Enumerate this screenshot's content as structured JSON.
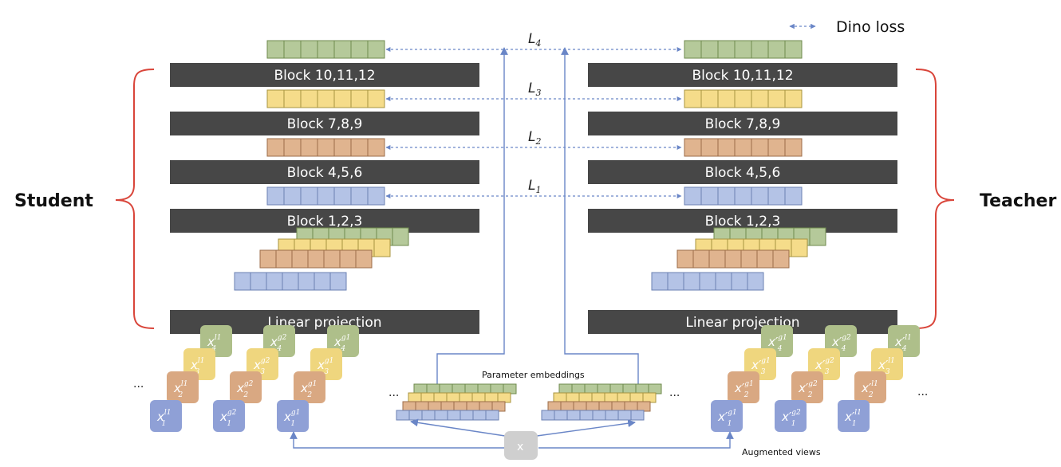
{
  "legend": {
    "label": "Dino loss"
  },
  "student": {
    "label": "Student"
  },
  "teacher": {
    "label": "Teacher"
  },
  "blocks": [
    "Block 10,11,12",
    "Block 7,8,9",
    "Block 4,5,6",
    "Block 1,2,3"
  ],
  "projection_label": "Linear projection",
  "losses": [
    {
      "main": "L",
      "sub": "4"
    },
    {
      "main": "L",
      "sub": "3"
    },
    {
      "main": "L",
      "sub": "2"
    },
    {
      "main": "L",
      "sub": "1"
    }
  ],
  "token_colors": [
    "#b5c99a",
    "#f5dc8a",
    "#e0b48f",
    "#b4c3e6"
  ],
  "token_border_colors": [
    "#6f8a4e",
    "#a89440",
    "#9c6d48",
    "#6b80b3"
  ],
  "parameter_embeddings_label": "Parameter embeddings",
  "augmented_views_label": "Augmented views",
  "input_label": "x",
  "ellipsis": "...",
  "student_views": [
    {
      "base": "x",
      "sup": "l",
      "supsub": "1",
      "sub": "1",
      "color": "#8fa0d6"
    },
    {
      "base": "x",
      "sup": "g",
      "supsub": "2",
      "sub": "1",
      "color": "#8fa0d6"
    },
    {
      "base": "x",
      "sup": "g",
      "supsub": "1",
      "sub": "1",
      "color": "#8fa0d6"
    }
  ],
  "teacher_views": [
    {
      "base": "x′",
      "sup": "g",
      "supsub": "1",
      "sub": "1",
      "color": "#8fa0d6"
    },
    {
      "base": "x′",
      "sup": "g",
      "supsub": "2",
      "sub": "1",
      "color": "#8fa0d6"
    },
    {
      "base": "x′",
      "sup": "l",
      "supsub": "1",
      "sub": "1",
      "color": "#8fa0d6"
    }
  ],
  "view_stack_colors": [
    "#aebf8a",
    "#efd67e",
    "#d9a882",
    "#8fa0d6"
  ],
  "stack_sub_labels": [
    "4",
    "3",
    "2",
    "1"
  ]
}
